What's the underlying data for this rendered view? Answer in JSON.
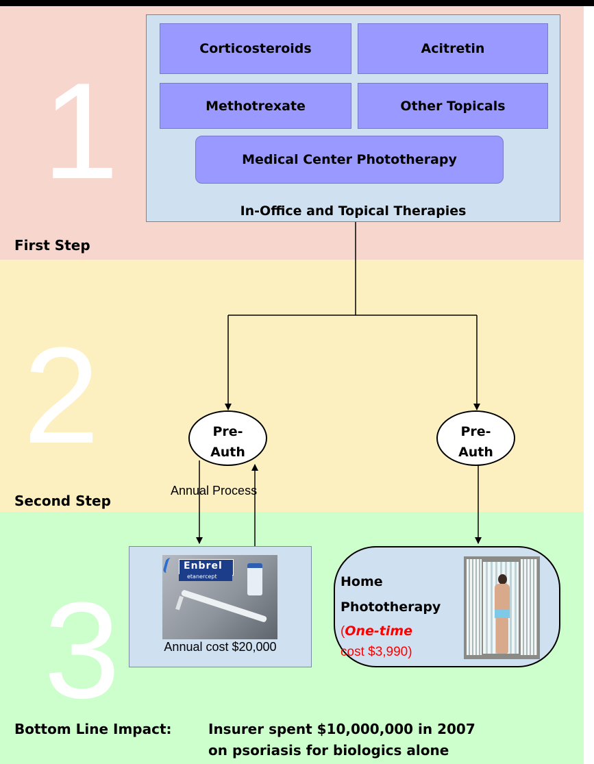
{
  "colors": {
    "step1_bg": "#f7d6cd",
    "step2_bg": "#fdf0c0",
    "step3_bg": "#ccffcc",
    "drug_box": "#9999ff",
    "panel_box": "#cfe0f0",
    "accent_red": "#ff0000"
  },
  "steps": [
    {
      "number": "1",
      "label": "First Step"
    },
    {
      "number": "2",
      "label": "Second Step"
    },
    {
      "number": "3",
      "label": ""
    }
  ],
  "in_office": {
    "caption": "In-Office and Topical Therapies",
    "therapies": [
      "Corticosteroids",
      "Acitretin",
      "Methotrexate",
      "Other Topicals",
      "Medical Center Phototherapy"
    ]
  },
  "preauth": [
    "Pre-Auth",
    "Pre-Auth"
  ],
  "annual_process_label": "Annual Process",
  "enbrel": {
    "brand": "Enbrel",
    "generic": "etanercept",
    "cost_label": "Annual cost $20,000",
    "icon": "syringe-vial-photo"
  },
  "home": {
    "title_line1": "Home",
    "title_line2": "Phototherapy",
    "open_paren": "(",
    "one_time": "One-time",
    "cost": "cost $3,990)",
    "icon": "phototherapy-booth-photo"
  },
  "bottom_line": {
    "label": "Bottom Line Impact:",
    "line1": "Insurer spent $10,000,000 in 2007",
    "line2": "on psoriasis for biologics alone"
  }
}
